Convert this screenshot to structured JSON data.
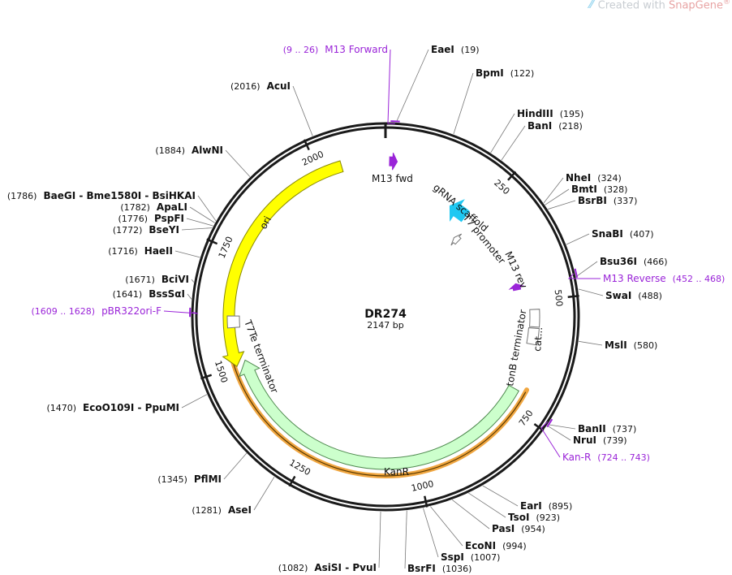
{
  "watermark": {
    "prefix": "Created with ",
    "brand": "SnapGene",
    "suffix": "®"
  },
  "plasmid": {
    "name": "DR274",
    "size_label": "2147 bp",
    "length": 2147
  },
  "colors": {
    "backbone": "#1a1a1a",
    "ori": "#ffff00",
    "kanr": "#ccffcc",
    "kanr_stroke": "#4f8a4f",
    "grna": "#1ec8f2",
    "primer": "#9a24d8",
    "kan_r_primer_band": "#f0a640"
  },
  "tick_labels": [
    {
      "bp": 250,
      "text": "250"
    },
    {
      "bp": 500,
      "text": "500"
    },
    {
      "bp": 750,
      "text": "750"
    },
    {
      "bp": 1000,
      "text": "1000"
    },
    {
      "bp": 1250,
      "text": "1250"
    },
    {
      "bp": 1500,
      "text": "1500"
    },
    {
      "bp": 1750,
      "text": "1750"
    },
    {
      "bp": 2000,
      "text": "2000"
    }
  ],
  "features": [
    {
      "label": "ori",
      "start": 2050,
      "end": 1500,
      "color": "#ffff00",
      "stroke": "#888800",
      "type": "arrow"
    },
    {
      "label": "KanR",
      "start": 710,
      "end": 1508,
      "color": "#ccffcc",
      "stroke": "#4f8a4f",
      "type": "arrow"
    },
    {
      "label": "gRNA scaffold",
      "start": 230,
      "end": 180,
      "color": "#1ec8f2",
      "stroke": "#1ec8f2",
      "type": "arrow"
    },
    {
      "label": "T7 promoter",
      "start": 262,
      "end": 244,
      "color": "#ffffff",
      "stroke": "#777777",
      "type": "arrow"
    },
    {
      "label": "M13 rev",
      "start": 468,
      "end": 452,
      "color": "#9a24d8",
      "stroke": "#9a24d8",
      "type": "arrow"
    },
    {
      "label": "M13 fwd",
      "start": 9,
      "end": 26,
      "color": "#9a24d8",
      "stroke": "#9a24d8",
      "type": "arrow"
    },
    {
      "label": "cat...",
      "start": 560,
      "end": 520,
      "color": "#ffffff",
      "stroke": "#777777",
      "type": "box"
    },
    {
      "label": "tonB terminator",
      "start": 600,
      "end": 563,
      "color": "#ffffff",
      "stroke": "#777777",
      "type": "box"
    },
    {
      "label": "T7Te terminator",
      "start": 1612,
      "end": 1586,
      "color": "#ffffff",
      "stroke": "#777777",
      "type": "box"
    }
  ],
  "feature_labels": {
    "m13fwd": "M13 fwd",
    "grna": "gRNA scaffold",
    "t7": "T7 promoter",
    "m13rev": "M13 rev",
    "cat": "cat...",
    "tonb": "tonB terminator",
    "kanr": "KanR",
    "ori": "ori",
    "t7te": "T7Te terminator"
  },
  "sites": [
    {
      "name": "EaeI",
      "pos": "(19)",
      "bp": 19
    },
    {
      "name": "BpmI",
      "pos": "(122)",
      "bp": 122
    },
    {
      "name": "HindIII",
      "pos": "(195)",
      "bp": 195
    },
    {
      "name": "BanI",
      "pos": "(218)",
      "bp": 218
    },
    {
      "name": "NheI",
      "pos": "(324)",
      "bp": 324
    },
    {
      "name": "BmtI",
      "pos": "(328)",
      "bp": 328
    },
    {
      "name": "BsrBI",
      "pos": "(337)",
      "bp": 337
    },
    {
      "name": "SnaBI",
      "pos": "(407)",
      "bp": 407
    },
    {
      "name": "Bsu36I",
      "pos": "(466)",
      "bp": 466
    },
    {
      "name": "SwaI",
      "pos": "(488)",
      "bp": 488
    },
    {
      "name": "MslI",
      "pos": "(580)",
      "bp": 580
    },
    {
      "name": "BanII",
      "pos": "(737)",
      "bp": 737
    },
    {
      "name": "NruI",
      "pos": "(739)",
      "bp": 739
    },
    {
      "name": "EarI",
      "pos": "(895)",
      "bp": 895
    },
    {
      "name": "TsoI",
      "pos": "(923)",
      "bp": 923
    },
    {
      "name": "PasI",
      "pos": "(954)",
      "bp": 954
    },
    {
      "name": "EcoNI",
      "pos": "(994)",
      "bp": 994
    },
    {
      "name": "SspI",
      "pos": "(1007)",
      "bp": 1007
    },
    {
      "name": "BsrFI",
      "pos": "(1036)",
      "bp": 1036
    },
    {
      "name": "AsiSI - PvuI",
      "pos": "(1082)",
      "bp": 1082
    },
    {
      "name": "AseI",
      "pos": "(1281)",
      "bp": 1281
    },
    {
      "name": "PflMI",
      "pos": "(1345)",
      "bp": 1345
    },
    {
      "name": "EcoO109I - PpuMI",
      "pos": "(1470)",
      "bp": 1470
    },
    {
      "name": "BssSαI",
      "pos": "(1641)",
      "bp": 1641
    },
    {
      "name": "BciVI",
      "pos": "(1671)",
      "bp": 1671
    },
    {
      "name": "HaeII",
      "pos": "(1716)",
      "bp": 1716
    },
    {
      "name": "BseYI",
      "pos": "(1772)",
      "bp": 1772
    },
    {
      "name": "PspFI",
      "pos": "(1776)",
      "bp": 1776
    },
    {
      "name": "ApaLI",
      "pos": "(1782)",
      "bp": 1782
    },
    {
      "name": "BaeGI - Bme1580I - BsiHKAI",
      "pos": "(1786)",
      "bp": 1786
    },
    {
      "name": "AlwNI",
      "pos": "(1884)",
      "bp": 1884
    },
    {
      "name": "AcuI",
      "pos": "(2016)",
      "bp": 2016
    }
  ],
  "primers": [
    {
      "name": "M13 Forward",
      "range": "(9 .. 26)",
      "bp": 17
    },
    {
      "name": "M13 Reverse",
      "range": "(452 .. 468)",
      "bp": 460
    },
    {
      "name": "Kan-R",
      "range": "(724 .. 743)",
      "bp": 733
    },
    {
      "name": "pBR322ori-F",
      "range": "(1609 .. 1628)",
      "bp": 1618
    }
  ]
}
